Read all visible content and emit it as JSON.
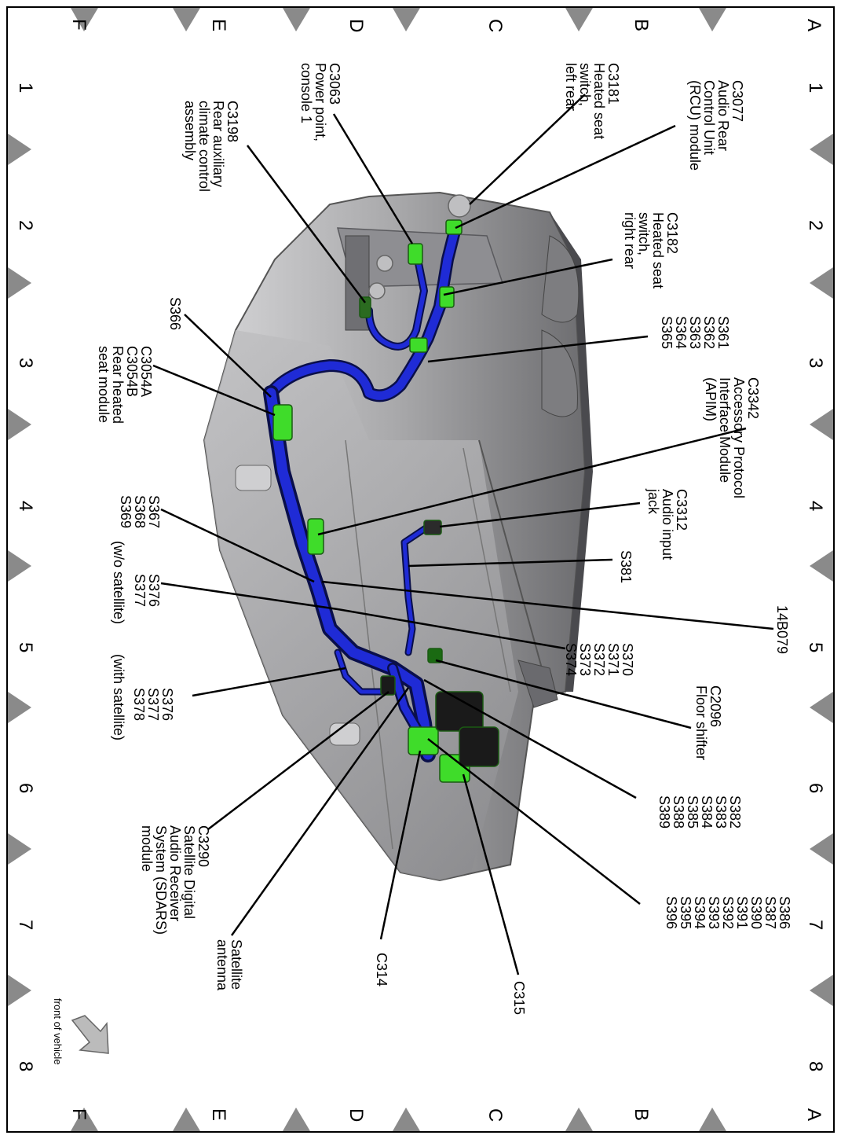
{
  "grid": {
    "rows": [
      "A",
      "B",
      "C",
      "D",
      "E",
      "F"
    ],
    "cols": [
      "1",
      "2",
      "3",
      "4",
      "5",
      "6",
      "7",
      "8"
    ]
  },
  "labels": {
    "c3077": "C3077\nAudio Rear\nControl Unit\n(RCU) module",
    "c3181": "C3181\nHeated seat\nswitch,\nleft rear",
    "c3063": "C3063\nPower point,\nconsole 1",
    "c3198": "C3198\nRear auxiliary\nclimate control\nassembly",
    "c3182": "C3182\nHeated seat\nswitch,\nright rear",
    "s361": "S361\nS362\nS363\nS364\nS365",
    "s366": "S366",
    "c3054": "C3054A\nC3054B\nRear heated\nseat module",
    "c3342": "C3342\nAccessory Protocol\nInterface Module\n(APIM)",
    "c3312": "C3312\nAudio input\njack",
    "s381": "S381",
    "s367": "S367\nS368\nS369",
    "wo_sat": "(w/o satellite)",
    "s376a": "S376\nS377",
    "w14b079": "14B079",
    "s370": "S370\nS371\nS372\nS373\nS374",
    "c2096": "C2096\nFloor shifter",
    "s376b": "S376\nS377\nS378",
    "with_sat": "(with satellite)",
    "s382": "S382\nS383\nS384\nS385\nS388\nS389",
    "c3290": "C3290\nSatellite Digital\nAudio Receiver\nSystem (SDARS)\nmodule",
    "s386": "S386\nS387\nS390\nS391\nS392\nS393\nS394\nS395\nS396",
    "sat_antenna": "Satellite\nantenna",
    "c314": "C314",
    "c315": "C315",
    "front": "front of vehicle"
  },
  "colors": {
    "harness": "#1f2bd6",
    "harness_dark": "#0a0f4a",
    "connector": "#3fdc2a",
    "console_body": "#a9a9ab",
    "console_light": "#c4c4c6",
    "console_dark": "#5e5e62",
    "edge_marker": "#8a8a8a"
  }
}
